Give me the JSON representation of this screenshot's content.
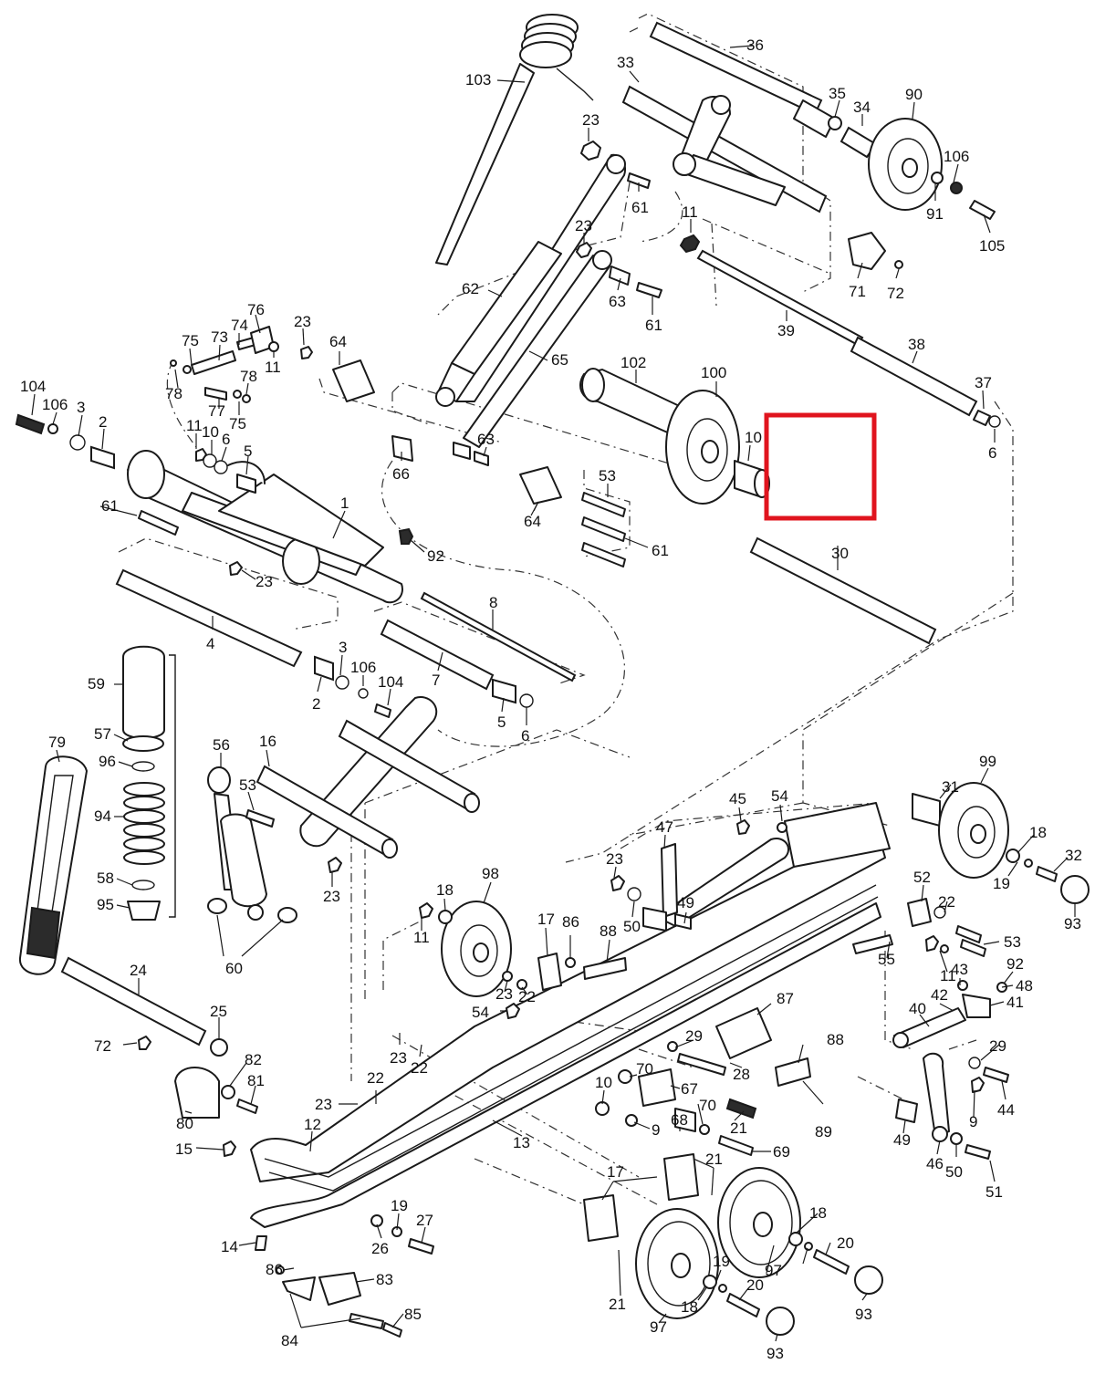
{
  "highlight_color": "#e0141e",
  "ink_color": "#1a1a1a",
  "callouts": [
    "103",
    "33",
    "36",
    "35",
    "34",
    "90",
    "23",
    "61",
    "106",
    "91",
    "105",
    "23",
    "11",
    "71",
    "72",
    "62",
    "63",
    "61",
    "39",
    "38",
    "65",
    "102",
    "100",
    "10",
    "37",
    "6",
    "76",
    "74",
    "73",
    "75",
    "78",
    "11",
    "23",
    "64",
    "104",
    "106",
    "3",
    "2",
    "11",
    "10",
    "6",
    "5",
    "78",
    "77",
    "75",
    "66",
    "63",
    "53",
    "61",
    "1",
    "92",
    "64",
    "61",
    "30",
    "23",
    "8",
    "4",
    "3",
    "106",
    "104",
    "2",
    "7",
    "5",
    "6",
    "59",
    "57",
    "96",
    "94",
    "58",
    "95",
    "79",
    "56",
    "16",
    "53",
    "23",
    "60",
    "24",
    "99",
    "31",
    "45",
    "54",
    "47",
    "18",
    "19",
    "32",
    "93",
    "23",
    "98",
    "18",
    "11",
    "50",
    "49",
    "52",
    "22",
    "53",
    "17",
    "86",
    "88",
    "55",
    "11",
    "43",
    "92",
    "48",
    "23",
    "22",
    "54",
    "42",
    "40",
    "41",
    "87",
    "25",
    "72",
    "82",
    "81",
    "80",
    "22",
    "23",
    "23",
    "22",
    "29",
    "88",
    "28",
    "10",
    "70",
    "67",
    "9",
    "70",
    "21",
    "69",
    "29",
    "44",
    "9",
    "89",
    "49",
    "46",
    "50",
    "51",
    "12",
    "15",
    "13",
    "68",
    "17",
    "21",
    "19",
    "27",
    "14",
    "26",
    "18",
    "20",
    "86",
    "83",
    "84",
    "85",
    "97",
    "97",
    "19",
    "20",
    "18",
    "93",
    "93",
    "21"
  ]
}
